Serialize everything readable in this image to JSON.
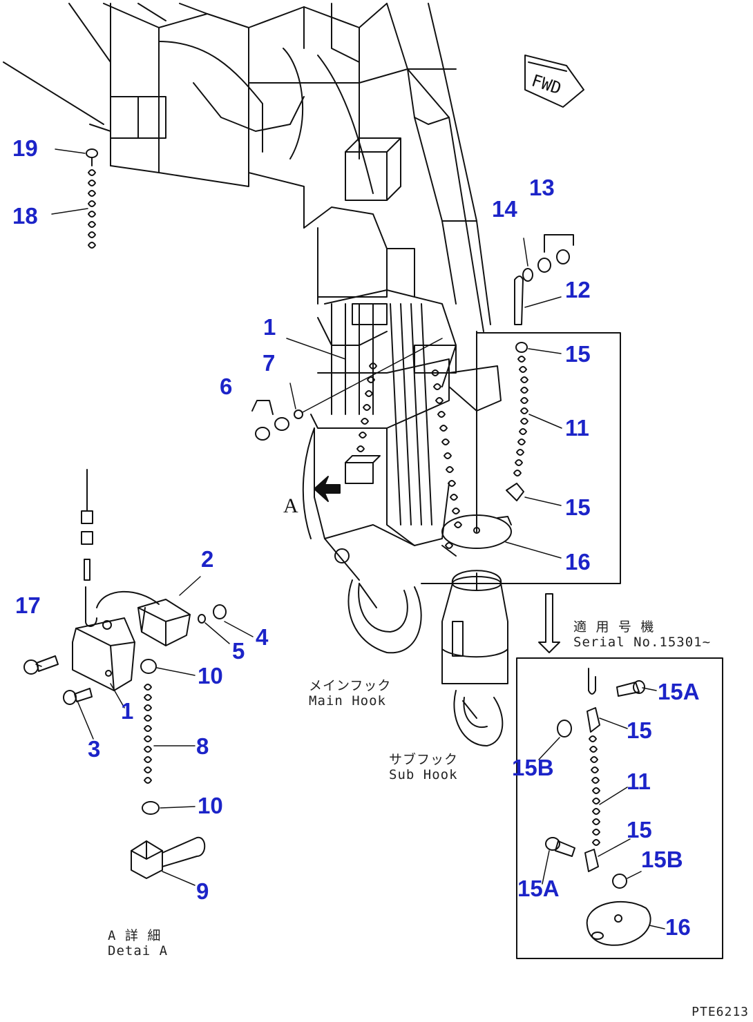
{
  "diagram": {
    "drawing_number": "PTE6213",
    "fwd_label": "FWD",
    "view_letter": "A",
    "captions": {
      "main_hook_jp": "メインフック",
      "main_hook_en": "Main Hook",
      "sub_hook_jp": "サブフック",
      "sub_hook_en": "Sub Hook",
      "detail_jp": "A 詳 細",
      "detail_en": "Detai A",
      "serial_jp": "適 用 号 機",
      "serial_en": "Serial No.15301~"
    },
    "callouts": {
      "c1_upper": "1",
      "c7": "7",
      "c6": "6",
      "c2": "2",
      "c4": "4",
      "c5": "5",
      "c10_upper": "10",
      "c17": "17",
      "c3": "3",
      "c1_lower": "1",
      "c8": "8",
      "c10_lower": "10",
      "c9": "9",
      "c19": "19",
      "c18": "18",
      "c14": "14",
      "c13": "13",
      "c12": "12",
      "c15_a": "15",
      "c11_upper": "11",
      "c15_b": "15",
      "c16_upper": "16",
      "c15A_top": "15A",
      "c15_c": "15",
      "c15B_left": "15B",
      "c11_lower": "11",
      "c15_d": "15",
      "c15B_right": "15B",
      "c15A_bottom": "15A",
      "c16_lower": "16"
    },
    "colors": {
      "callout": "#1c24c8",
      "line": "#111111",
      "background": "#ffffff"
    }
  }
}
